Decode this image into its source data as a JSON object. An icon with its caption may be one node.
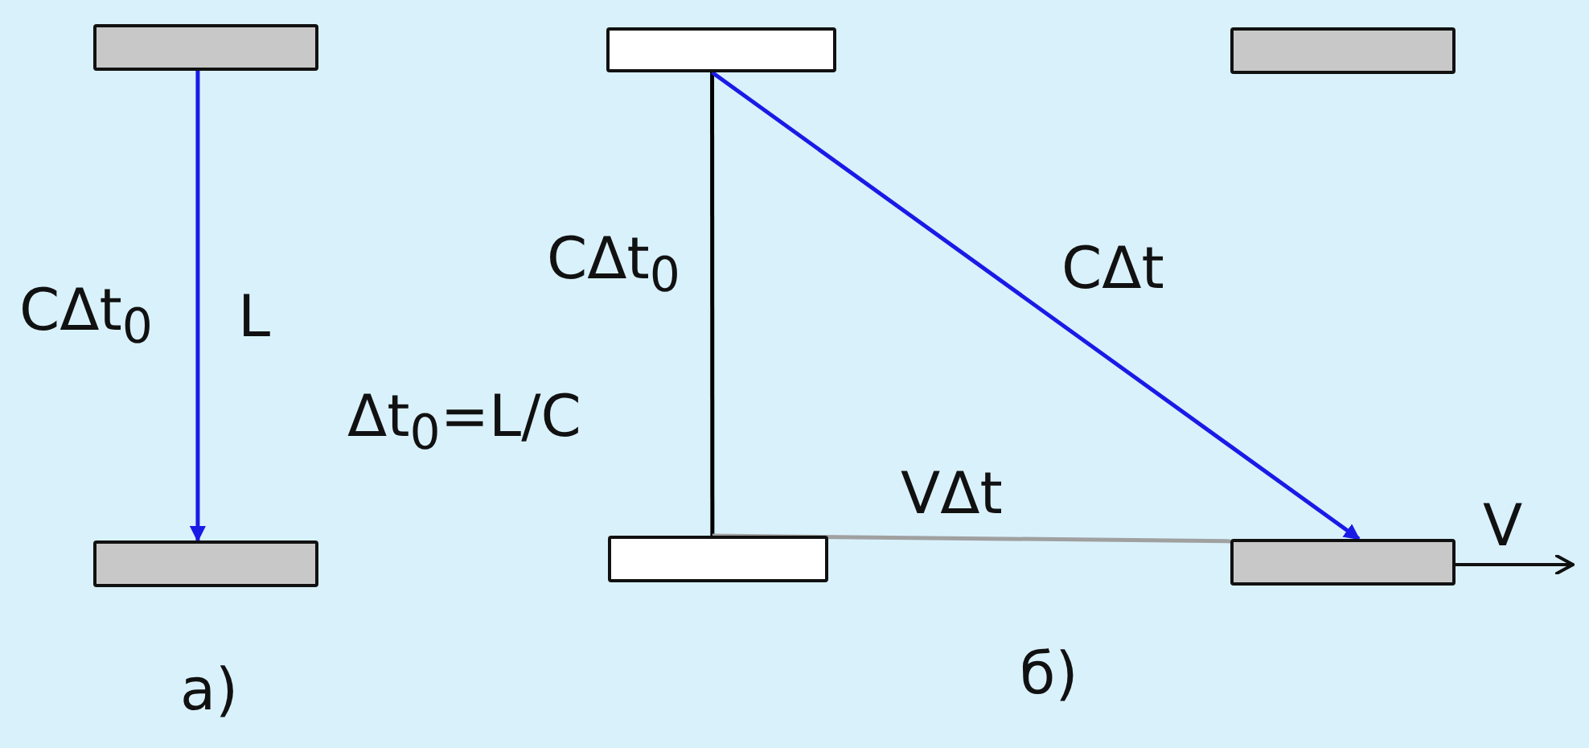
{
  "diagram": {
    "nodes": [
      {
        "text": [],
        "shape": "box"
      },
      {
        "text": [],
        "shape": "box"
      },
      {
        "text": [],
        "shape": "box"
      },
      {
        "text": [],
        "shape": "box"
      },
      {
        "text": [],
        "shape": "box"
      },
      {
        "text": [],
        "shape": "box"
      }
    ],
    "edges": [
      {
        "from": 0,
        "to": 1,
        "arrow": "to",
        "label": "CΔt$_{0}$",
        "color": "#1a1ae6"
      },
      {
        "from": 2,
        "to": 3,
        "arrow": "none",
        "label": "CΔt$_{0}$",
        "color": "#000000"
      },
      {
        "from": 2,
        "to": 5,
        "arrow": "to",
        "label": "CΔt",
        "color": "#1a1ae6"
      },
      {
        "from": 3,
        "to": 5,
        "arrow": "none",
        "label": "VΔt",
        "color": "#a0a0a0"
      }
    ],
    "labels": [
      "L",
      "Δt$_{0}$=L/C",
      "V",
      "a)",
      "б)"
    ]
  }
}
